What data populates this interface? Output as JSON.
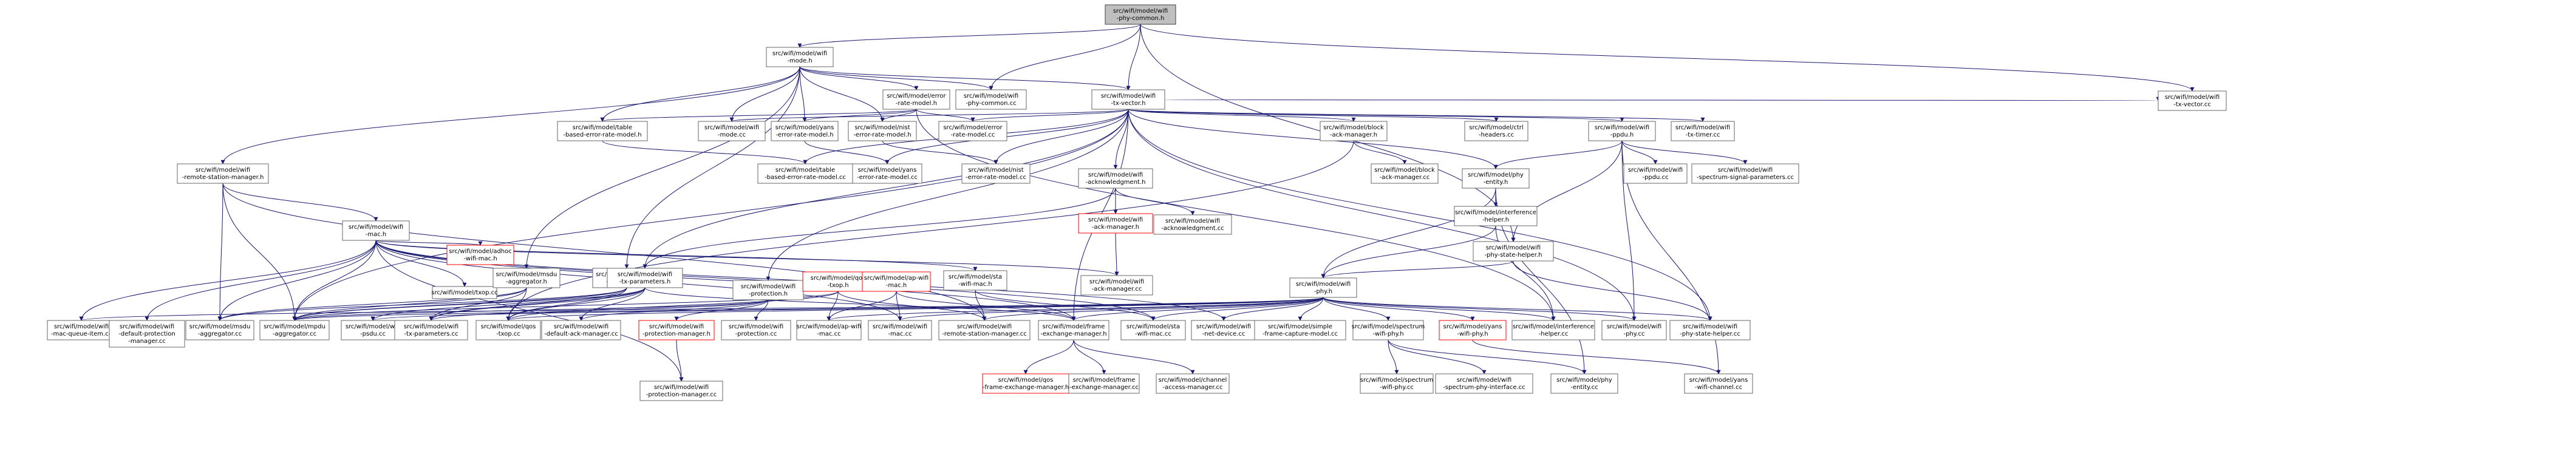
{
  "nodes": [
    {
      "id": "n0",
      "lines": [
        "src/wifi/model/wifi",
        "-phy-common.h"
      ],
      "kind": "root"
    },
    {
      "id": "n1",
      "lines": [
        "src/wifi/model/wifi",
        "-mode.h"
      ]
    },
    {
      "id": "n2",
      "lines": [
        "src/wifi/model/wifi",
        "-tx-vector.h"
      ]
    },
    {
      "id": "n3",
      "lines": [
        "src/wifi/model/wifi",
        "-phy-common.cc"
      ]
    },
    {
      "id": "n4",
      "lines": [
        "src/wifi/model/wifi",
        "-phy-state-helper.h"
      ]
    },
    {
      "id": "n5",
      "lines": [
        "src/wifi/model/wifi",
        "-tx-vector.cc"
      ]
    },
    {
      "id": "n6",
      "lines": [
        "src/wifi/model/error",
        "-rate-model.h"
      ]
    },
    {
      "id": "n7",
      "lines": [
        "src/wifi/model/table",
        "-based-error-rate-model.h"
      ]
    },
    {
      "id": "n8",
      "lines": [
        "src/wifi/model/wifi",
        "-mode.cc"
      ]
    },
    {
      "id": "n9",
      "lines": [
        "src/wifi/model/yans",
        "-error-rate-model.h"
      ]
    },
    {
      "id": "n10",
      "lines": [
        "src/wifi/model/nist",
        "-error-rate-model.h"
      ]
    },
    {
      "id": "n11",
      "lines": [
        "src/wifi/model/error",
        "-rate-model.cc"
      ]
    },
    {
      "id": "n12",
      "lines": [
        "src/wifi/model/block",
        "-ack-manager.h"
      ]
    },
    {
      "id": "n13",
      "lines": [
        "src/wifi/model/ctrl",
        "-headers.cc"
      ]
    },
    {
      "id": "n14",
      "lines": [
        "src/wifi/model/wifi",
        "-ppdu.h"
      ]
    },
    {
      "id": "n15",
      "lines": [
        "src/wifi/model/wifi",
        "-tx-timer.cc"
      ]
    },
    {
      "id": "n16",
      "lines": [
        "src/wifi/model/wifi",
        "-remote-station-manager.h"
      ]
    },
    {
      "id": "n17",
      "lines": [
        "src/wifi/model/table",
        "-based-error-rate-model.cc"
      ]
    },
    {
      "id": "n18",
      "lines": [
        "src/wifi/model/yans",
        "-error-rate-model.cc"
      ]
    },
    {
      "id": "n19",
      "lines": [
        "src/wifi/model/nist",
        "-error-rate-model.cc"
      ]
    },
    {
      "id": "n20",
      "lines": [
        "src/wifi/model/wifi",
        "-acknowledgment.h"
      ]
    },
    {
      "id": "n21",
      "lines": [
        "src/wifi/model/block",
        "-ack-manager.cc"
      ]
    },
    {
      "id": "n22",
      "lines": [
        "src/wifi/model/phy",
        "-entity.h"
      ]
    },
    {
      "id": "n23",
      "lines": [
        "src/wifi/model/wifi",
        "-ppdu.cc"
      ]
    },
    {
      "id": "n24",
      "lines": [
        "src/wifi/model/wifi",
        "-spectrum-signal-parameters.cc"
      ]
    },
    {
      "id": "n25",
      "lines": [
        "src/wifi/model/wifi",
        "-mac.h"
      ]
    },
    {
      "id": "n26",
      "lines": [
        "src/wifi/model/wifi",
        "-ack-manager.h"
      ],
      "kind": "red"
    },
    {
      "id": "n27",
      "lines": [
        "src/wifi/model/wifi",
        "-acknowledgment.cc"
      ]
    },
    {
      "id": "n28",
      "lines": [
        "src/wifi/model/interference",
        "-helper.h"
      ]
    },
    {
      "id": "n29",
      "lines": [
        "src/wifi/model/txop.cc"
      ]
    },
    {
      "id": "n30",
      "lines": [
        "src/wifi/model/adhoc",
        "-wifi-mac.h"
      ],
      "kind": "red"
    },
    {
      "id": "n31",
      "lines": [
        "src/wifi/model/wifi",
        "-ack-manager.cc"
      ]
    },
    {
      "id": "n32",
      "lines": [
        "src/wifi/model/msdu",
        "-aggregator.h"
      ]
    },
    {
      "id": "n33",
      "lines": [
        "src/wifi/model/mpdu",
        "-aggregator.h"
      ]
    },
    {
      "id": "n34",
      "lines": [
        "src/wifi/model/wifi",
        "-tx-parameters.h"
      ]
    },
    {
      "id": "n35",
      "lines": [
        "src/wifi/model/wifi",
        "-protection.h"
      ]
    },
    {
      "id": "n36",
      "lines": [
        "src/wifi/model/qos",
        "-txop.h"
      ],
      "kind": "red"
    },
    {
      "id": "n37",
      "lines": [
        "src/wifi/model/ap-wifi",
        "-mac.h"
      ],
      "kind": "red"
    },
    {
      "id": "n38",
      "lines": [
        "src/wifi/model/sta",
        "-wifi-mac.h"
      ]
    },
    {
      "id": "n39",
      "lines": [
        "src/wifi/model/wifi",
        "-phy.h"
      ]
    },
    {
      "id": "n40",
      "lines": [
        "src/wifi/model/wifi",
        "-mac-queue-item.cc"
      ]
    },
    {
      "id": "n41",
      "lines": [
        "src/wifi/model/wifi",
        "-default-protection",
        "-manager.cc"
      ]
    },
    {
      "id": "n42",
      "lines": [
        "src/wifi/model/msdu",
        "-aggregator.cc"
      ]
    },
    {
      "id": "n43",
      "lines": [
        "src/wifi/model/mpdu",
        "-aggregator.cc"
      ]
    },
    {
      "id": "n44",
      "lines": [
        "src/wifi/model/wifi",
        "-psdu.cc"
      ]
    },
    {
      "id": "n45",
      "lines": [
        "src/wifi/model/wifi",
        "-tx-parameters.cc"
      ]
    },
    {
      "id": "n46",
      "lines": [
        "src/wifi/model/qos",
        "-txop.cc"
      ]
    },
    {
      "id": "n47",
      "lines": [
        "src/wifi/model/wifi",
        "-default-ack-manager.cc"
      ]
    },
    {
      "id": "n48",
      "lines": [
        "src/wifi/model/wifi",
        "-protection-manager.h"
      ],
      "kind": "red"
    },
    {
      "id": "n49",
      "lines": [
        "src/wifi/model/wifi",
        "-protection.cc"
      ]
    },
    {
      "id": "n50",
      "lines": [
        "src/wifi/model/ap-wifi",
        "-mac.cc"
      ]
    },
    {
      "id": "n51",
      "lines": [
        "src/wifi/model/wifi",
        "-mac.cc"
      ]
    },
    {
      "id": "n52",
      "lines": [
        "src/wifi/model/wifi",
        "-remote-station-manager.cc"
      ]
    },
    {
      "id": "n53",
      "lines": [
        "src/wifi/model/frame",
        "-exchange-manager.h"
      ]
    },
    {
      "id": "n54",
      "lines": [
        "src/wifi/model/sta",
        "-wifi-mac.cc"
      ]
    },
    {
      "id": "n55",
      "lines": [
        "src/wifi/model/wifi",
        "-net-device.cc"
      ]
    },
    {
      "id": "n56",
      "lines": [
        "src/wifi/model/simple",
        "-frame-capture-model.cc"
      ]
    },
    {
      "id": "n57",
      "lines": [
        "src/wifi/model/spectrum",
        "-wifi-phy.h"
      ]
    },
    {
      "id": "n58",
      "lines": [
        "src/wifi/model/yans",
        "-wifi-phy.h"
      ],
      "kind": "red"
    },
    {
      "id": "n59",
      "lines": [
        "src/wifi/model/interference",
        "-helper.cc"
      ]
    },
    {
      "id": "n60",
      "lines": [
        "src/wifi/model/wifi",
        "-phy.cc"
      ]
    },
    {
      "id": "n61",
      "lines": [
        "src/wifi/model/wifi",
        "-phy-state-helper.cc"
      ]
    },
    {
      "id": "n62",
      "lines": [
        "src/wifi/model/wifi",
        "-protection-manager.cc"
      ]
    },
    {
      "id": "n63",
      "lines": [
        "src/wifi/model/qos",
        "-frame-exchange-manager.h"
      ],
      "kind": "red"
    },
    {
      "id": "n64",
      "lines": [
        "src/wifi/model/frame",
        "-exchange-manager.cc"
      ]
    },
    {
      "id": "n65",
      "lines": [
        "src/wifi/model/channel",
        "-access-manager.cc"
      ]
    },
    {
      "id": "n66",
      "lines": [
        "src/wifi/model/spectrum",
        "-wifi-phy.cc"
      ]
    },
    {
      "id": "n67",
      "lines": [
        "src/wifi/model/wifi",
        "-spectrum-phy-interface.cc"
      ]
    },
    {
      "id": "n68",
      "lines": [
        "src/wifi/model/phy",
        "-entity.cc"
      ]
    },
    {
      "id": "n69",
      "lines": [
        "src/wifi/model/yans",
        "-wifi-channel.cc"
      ]
    }
  ],
  "edges": [
    [
      "n0",
      "n1"
    ],
    [
      "n0",
      "n2"
    ],
    [
      "n0",
      "n3"
    ],
    [
      "n0",
      "n4"
    ],
    [
      "n0",
      "n5"
    ],
    [
      "n1",
      "n6"
    ],
    [
      "n1",
      "n2"
    ],
    [
      "n1",
      "n7"
    ],
    [
      "n1",
      "n8"
    ],
    [
      "n1",
      "n3"
    ],
    [
      "n1",
      "n16"
    ],
    [
      "n1",
      "n32"
    ],
    [
      "n1",
      "n33"
    ],
    [
      "n1",
      "n10"
    ],
    [
      "n1",
      "n9"
    ],
    [
      "n2",
      "n8"
    ],
    [
      "n2",
      "n5"
    ],
    [
      "n2",
      "n11"
    ],
    [
      "n2",
      "n12"
    ],
    [
      "n2",
      "n13"
    ],
    [
      "n2",
      "n14"
    ],
    [
      "n2",
      "n15"
    ],
    [
      "n2",
      "n17"
    ],
    [
      "n2",
      "n18"
    ],
    [
      "n2",
      "n19"
    ],
    [
      "n2",
      "n20"
    ],
    [
      "n2",
      "n22"
    ],
    [
      "n2",
      "n34"
    ],
    [
      "n2",
      "n35"
    ],
    [
      "n2",
      "n43"
    ],
    [
      "n2",
      "n53"
    ],
    [
      "n2",
      "n61"
    ],
    [
      "n2",
      "n60"
    ],
    [
      "n4",
      "n39"
    ],
    [
      "n4",
      "n61"
    ],
    [
      "n6",
      "n7"
    ],
    [
      "n6",
      "n9"
    ],
    [
      "n6",
      "n10"
    ],
    [
      "n6",
      "n11"
    ],
    [
      "n6",
      "n59"
    ],
    [
      "n7",
      "n17"
    ],
    [
      "n9",
      "n18"
    ],
    [
      "n10",
      "n19"
    ],
    [
      "n12",
      "n21"
    ],
    [
      "n12",
      "n46"
    ],
    [
      "n14",
      "n22"
    ],
    [
      "n14",
      "n23"
    ],
    [
      "n14",
      "n24"
    ],
    [
      "n14",
      "n4"
    ],
    [
      "n14",
      "n60"
    ],
    [
      "n14",
      "n69"
    ],
    [
      "n16",
      "n25"
    ],
    [
      "n16",
      "n42"
    ],
    [
      "n16",
      "n43"
    ],
    [
      "n16",
      "n52"
    ],
    [
      "n20",
      "n26"
    ],
    [
      "n20",
      "n27"
    ],
    [
      "n20",
      "n34"
    ],
    [
      "n22",
      "n28"
    ],
    [
      "n22",
      "n39"
    ],
    [
      "n22",
      "n68"
    ],
    [
      "n25",
      "n29"
    ],
    [
      "n25",
      "n30"
    ],
    [
      "n25",
      "n31"
    ],
    [
      "n25",
      "n38"
    ],
    [
      "n25",
      "n40"
    ],
    [
      "n25",
      "n41"
    ],
    [
      "n25",
      "n42"
    ],
    [
      "n25",
      "n43"
    ],
    [
      "n25",
      "n51"
    ],
    [
      "n25",
      "n53"
    ],
    [
      "n25",
      "n62"
    ],
    [
      "n25",
      "n54"
    ],
    [
      "n25",
      "n55"
    ],
    [
      "n26",
      "n31"
    ],
    [
      "n28",
      "n39"
    ],
    [
      "n28",
      "n59"
    ],
    [
      "n32",
      "n42"
    ],
    [
      "n32",
      "n43"
    ],
    [
      "n32",
      "n46"
    ],
    [
      "n32",
      "n45"
    ],
    [
      "n33",
      "n42"
    ],
    [
      "n33",
      "n43"
    ],
    [
      "n33",
      "n46"
    ],
    [
      "n33",
      "n45"
    ],
    [
      "n34",
      "n44"
    ],
    [
      "n34",
      "n45"
    ],
    [
      "n34",
      "n46"
    ],
    [
      "n34",
      "n47"
    ],
    [
      "n34",
      "n43"
    ],
    [
      "n34",
      "n53"
    ],
    [
      "n35",
      "n48"
    ],
    [
      "n35",
      "n49"
    ],
    [
      "n35",
      "n45"
    ],
    [
      "n35",
      "n47"
    ],
    [
      "n35",
      "n43"
    ],
    [
      "n36",
      "n46"
    ],
    [
      "n36",
      "n50"
    ],
    [
      "n36",
      "n52"
    ],
    [
      "n36",
      "n43"
    ],
    [
      "n37",
      "n50"
    ],
    [
      "n37",
      "n53"
    ],
    [
      "n37",
      "n51"
    ],
    [
      "n38",
      "n54"
    ],
    [
      "n38",
      "n52"
    ],
    [
      "n39",
      "n40"
    ],
    [
      "n39",
      "n43"
    ],
    [
      "n39",
      "n44"
    ],
    [
      "n39",
      "n46"
    ],
    [
      "n39",
      "n50"
    ],
    [
      "n39",
      "n51"
    ],
    [
      "n39",
      "n52"
    ],
    [
      "n39",
      "n53"
    ],
    [
      "n39",
      "n54"
    ],
    [
      "n39",
      "n55"
    ],
    [
      "n39",
      "n56"
    ],
    [
      "n39",
      "n57"
    ],
    [
      "n39",
      "n58"
    ],
    [
      "n39",
      "n59"
    ],
    [
      "n39",
      "n60"
    ],
    [
      "n39",
      "n61"
    ],
    [
      "n48",
      "n62"
    ],
    [
      "n53",
      "n63"
    ],
    [
      "n53",
      "n64"
    ],
    [
      "n53",
      "n65"
    ],
    [
      "n57",
      "n66"
    ],
    [
      "n57",
      "n67"
    ],
    [
      "n57",
      "n68"
    ],
    [
      "n58",
      "n69"
    ]
  ]
}
